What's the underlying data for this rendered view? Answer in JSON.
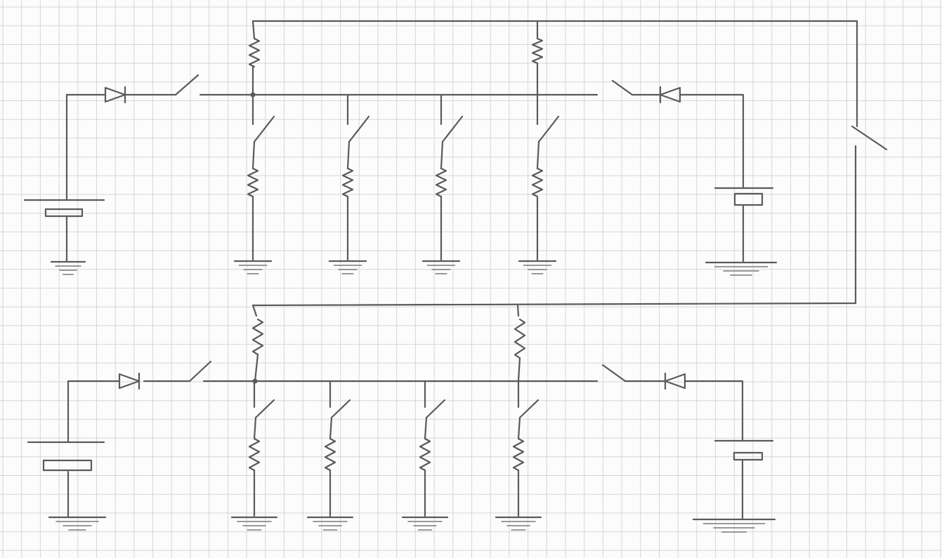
{
  "diagram": {
    "type": "hand-drawn circuit schematic on graph paper",
    "colors": {
      "paper": "#fcfcfc",
      "grid": "#d6d6d6",
      "pencil": "#5a5a5a"
    },
    "circuits": [
      {
        "name": "upper-circuit",
        "branches": 4
      },
      {
        "name": "lower-circuit",
        "branches": 4
      }
    ]
  }
}
